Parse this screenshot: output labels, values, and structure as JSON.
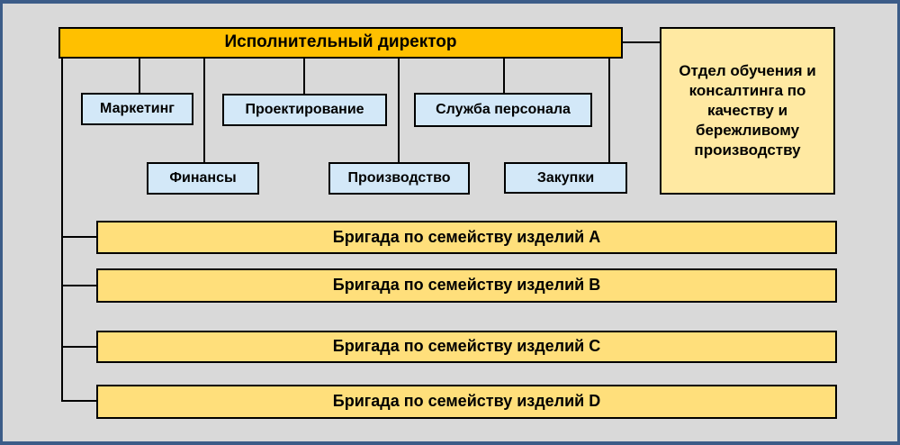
{
  "diagram": {
    "type": "org-chart",
    "nodes": {
      "director": "Исполнительный директор",
      "marketing": "Маркетинг",
      "design": "Проектирование",
      "hr": "Служба персонала",
      "finance": "Финансы",
      "production": "Производство",
      "purchasing": "Закупки",
      "training": "Отдел обучения и консалтинга по качеству и бережливому производству",
      "teams": [
        "Бригада по семейству изделий A",
        "Бригада по семейству изделий B",
        "Бригада по семейству изделий C",
        "Бригада по семейству изделий D"
      ]
    },
    "colors": {
      "background": "#D9D9D9",
      "frame_border": "#3C5C88",
      "box_border": "#000000",
      "director_fill": "#FFC000",
      "department_fill": "#D3E8F8",
      "team_fill": "#FFDF7B",
      "training_fill": "#FFE9A2",
      "text": "#000000"
    }
  }
}
